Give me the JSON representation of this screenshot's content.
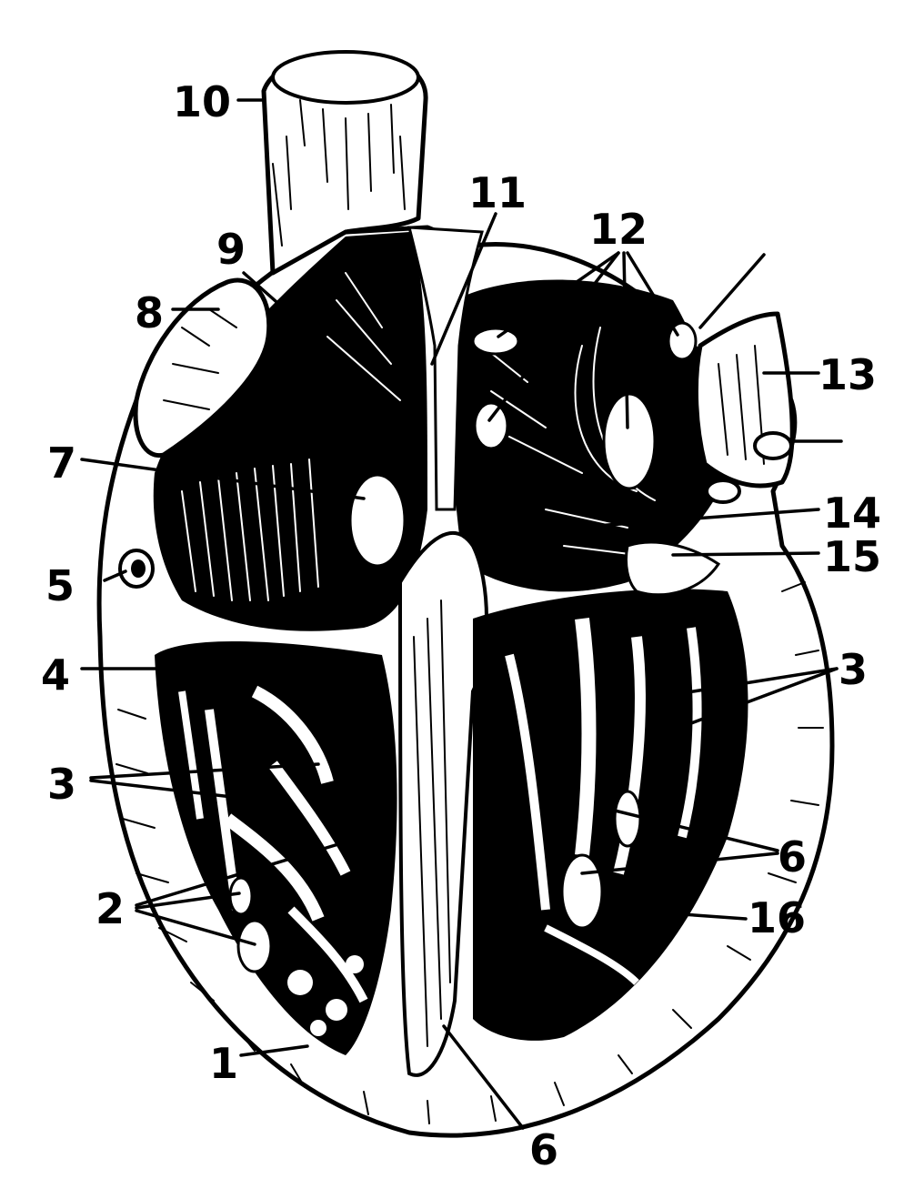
{
  "labels": [
    {
      "id": "label-10",
      "text": "10"
    },
    {
      "id": "label-11",
      "text": "11"
    },
    {
      "id": "label-12",
      "text": "12"
    },
    {
      "id": "label-9",
      "text": "9"
    },
    {
      "id": "label-8",
      "text": "8"
    },
    {
      "id": "label-13",
      "text": "13"
    },
    {
      "id": "label-7",
      "text": "7"
    },
    {
      "id": "label-14",
      "text": "14"
    },
    {
      "id": "label-5",
      "text": "5"
    },
    {
      "id": "label-15",
      "text": "15"
    },
    {
      "id": "label-4",
      "text": "4"
    },
    {
      "id": "label-3-right",
      "text": "3"
    },
    {
      "id": "label-3-left",
      "text": "3"
    },
    {
      "id": "label-6-right",
      "text": "6"
    },
    {
      "id": "label-2",
      "text": "2"
    },
    {
      "id": "label-16",
      "text": "16"
    },
    {
      "id": "label-1",
      "text": "1"
    },
    {
      "id": "label-6-bottom",
      "text": "6"
    }
  ],
  "colors": {
    "ink": "#000000",
    "paper": "#ffffff"
  }
}
